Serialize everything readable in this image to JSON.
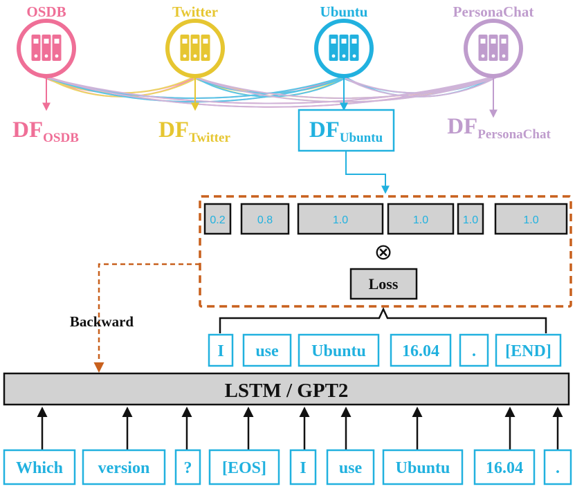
{
  "colors": {
    "osdb": "#ef6f97",
    "twitter": "#e6c631",
    "ubuntu": "#21b1df",
    "personachat": "#bf9ccd",
    "orange": "#c8601d",
    "box_fill": "#d2d2d2",
    "dark": "#111111"
  },
  "datasets": [
    {
      "name": "OSDB",
      "df_main": "DF",
      "df_sub": "OSDB",
      "color_key": "osdb"
    },
    {
      "name": "Twitter",
      "df_main": "DF",
      "df_sub": "Twitter",
      "color_key": "twitter"
    },
    {
      "name": "Ubuntu",
      "df_main": "DF",
      "df_sub": "Ubuntu",
      "color_key": "ubuntu"
    },
    {
      "name": "PersonaChat",
      "df_main": "DF",
      "df_sub": "PersonaChat",
      "color_key": "personachat"
    }
  ],
  "icons": {
    "database": "database-books-icon",
    "multiply": "circled-times-icon"
  },
  "weights": [
    "0.2",
    "0.8",
    "1.0",
    "1.0",
    "1.0",
    "1.0"
  ],
  "multiply_symbol": "⊗",
  "loss_label": "Loss",
  "backward_label": "Backward",
  "model_label": "LSTM / GPT2",
  "output_tokens": [
    "I",
    "use",
    "Ubuntu",
    "16.04",
    ".",
    "[END]"
  ],
  "input_tokens": [
    "Which",
    "version",
    "?",
    "[EOS]",
    "I",
    "use",
    "Ubuntu",
    "16.04",
    "."
  ]
}
